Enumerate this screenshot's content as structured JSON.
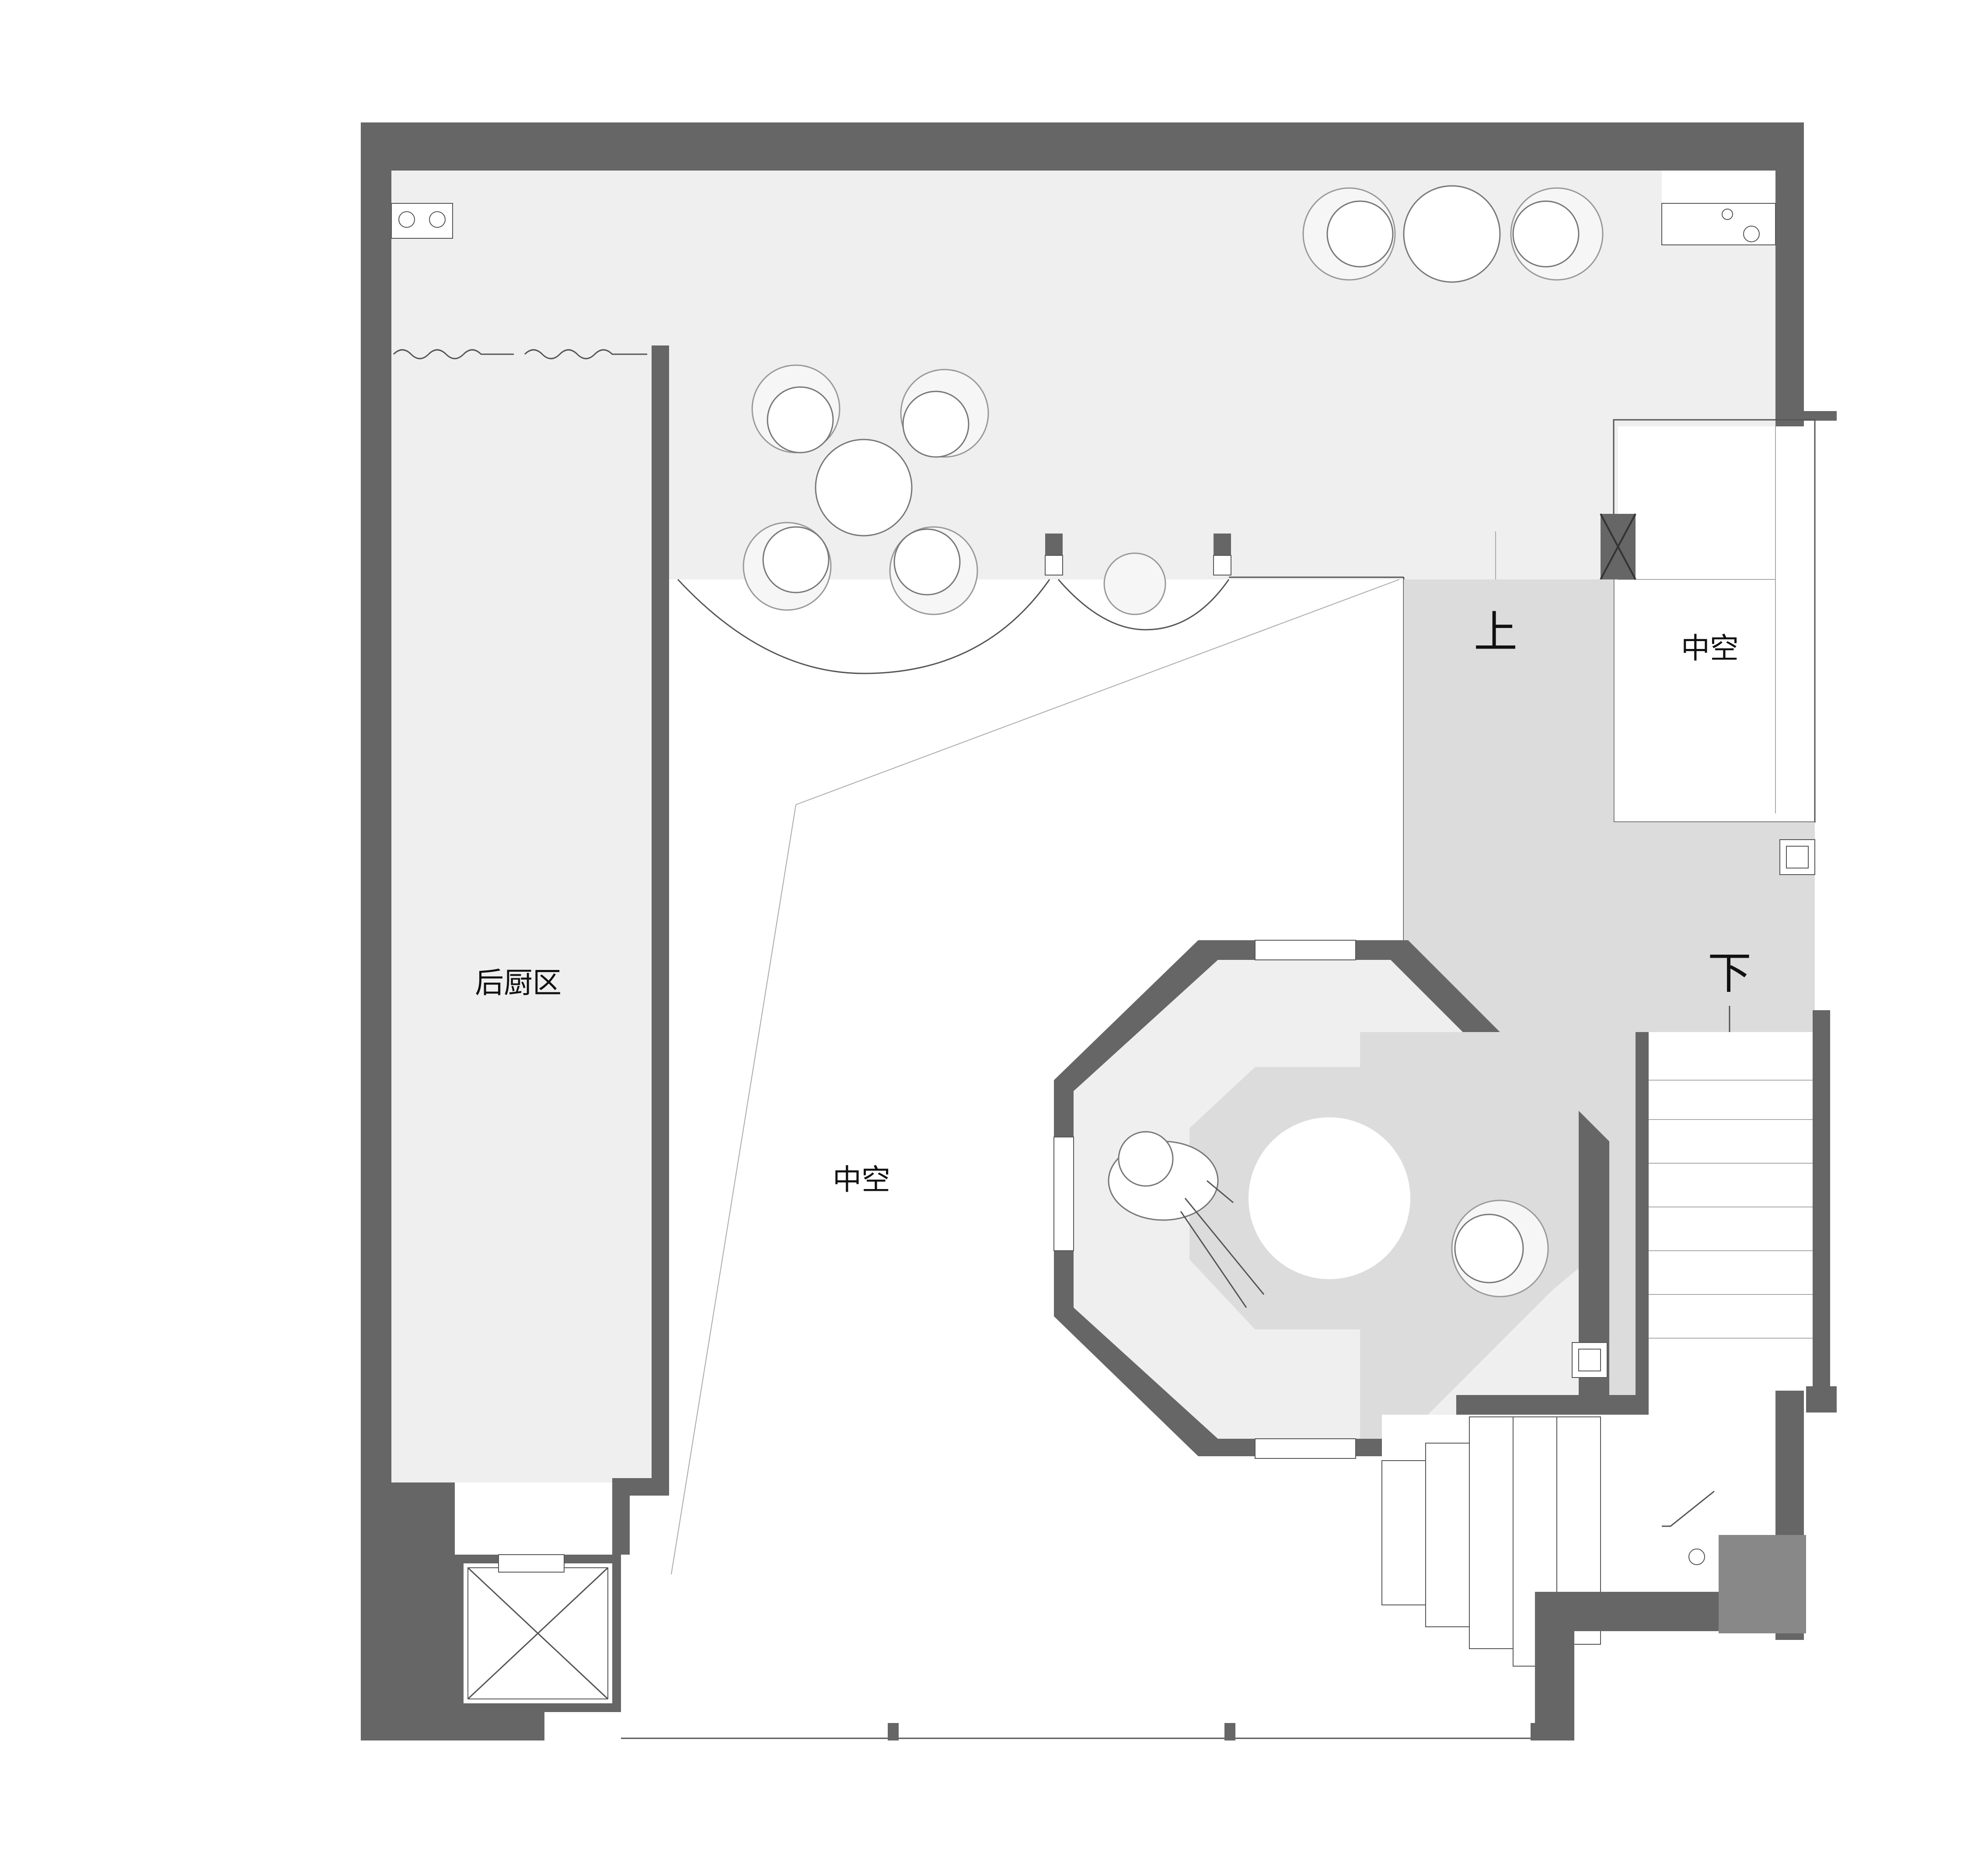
{
  "labels": {
    "kitchen": "后厨区",
    "void_main": "中空",
    "void_side": "中空",
    "up": "上",
    "down": "下"
  },
  "colors": {
    "wall": "#666666",
    "floor_upper": "#efefef",
    "floor_circulation": "#dcdcdc",
    "void": "#ffffff"
  },
  "icons": [
    "elevator-icon",
    "person-figure-icon",
    "dining-chair-icon",
    "round-table-icon",
    "curtain-icon",
    "column-icon"
  ]
}
